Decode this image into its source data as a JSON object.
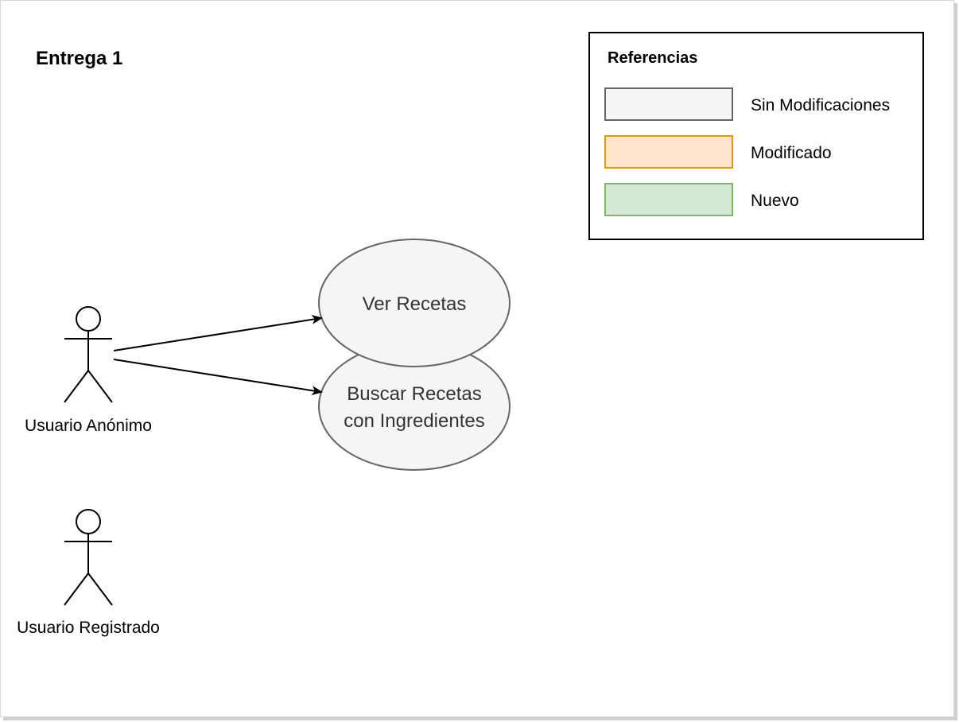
{
  "diagram": {
    "title": "Entrega 1"
  },
  "legend": {
    "title": "Referencias",
    "items": [
      {
        "label": "Sin Modificaciones",
        "fill": "#f5f5f5",
        "stroke": "#666666"
      },
      {
        "label": "Modificado",
        "fill": "#ffe6cc",
        "stroke": "#d79b00"
      },
      {
        "label": "Nuevo",
        "fill": "#d5e8d4",
        "stroke": "#82b366"
      }
    ]
  },
  "actors": [
    {
      "label": "Usuario Anónimo"
    },
    {
      "label": "Usuario Registrado"
    }
  ],
  "use_cases": [
    {
      "line1": "Buscar Recetas",
      "line2": "con Ingredientes",
      "fill": "#f5f5f5",
      "stroke": "#666666"
    },
    {
      "line1": "Ver Recetas",
      "fill": "#f5f5f5",
      "stroke": "#666666"
    }
  ]
}
